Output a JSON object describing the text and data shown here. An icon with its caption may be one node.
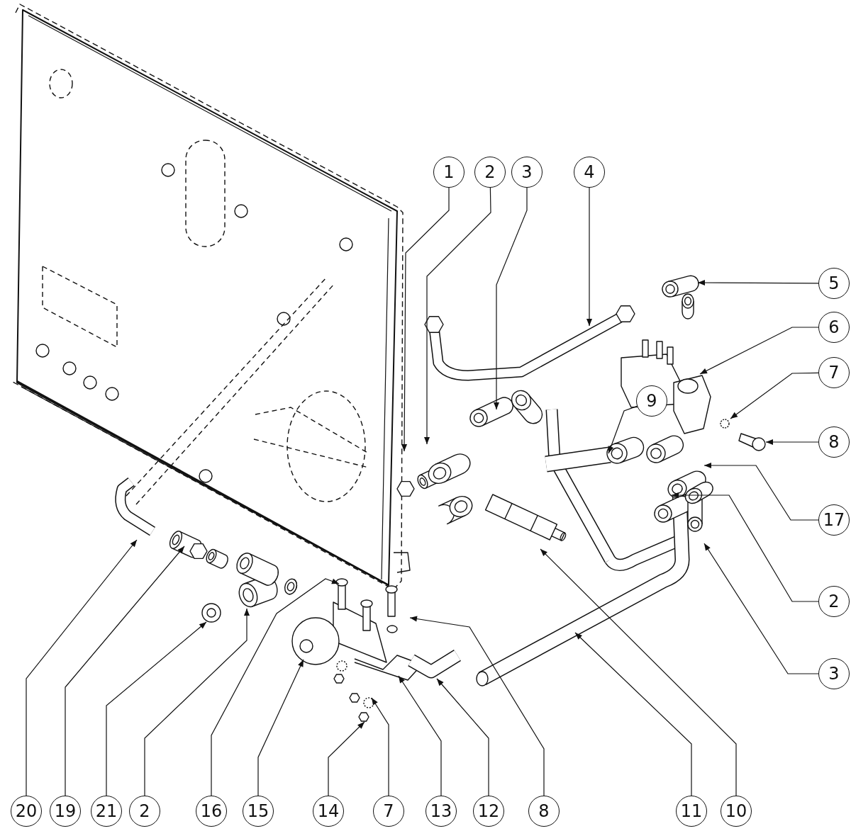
{
  "diagram": {
    "nodes": [
      {
        "text": [
          "1"
        ]
      },
      {
        "text": [
          "2"
        ]
      },
      {
        "text": [
          "3"
        ]
      },
      {
        "text": [
          "4"
        ]
      },
      {
        "text": [
          "5"
        ]
      },
      {
        "text": [
          "6"
        ]
      },
      {
        "text": [
          "7"
        ]
      },
      {
        "text": [
          "9"
        ]
      },
      {
        "text": [
          "8"
        ]
      },
      {
        "text": [
          "17"
        ]
      },
      {
        "text": [
          "2"
        ]
      },
      {
        "text": [
          "3"
        ]
      },
      {
        "text": [
          "20"
        ]
      },
      {
        "text": [
          "19"
        ]
      },
      {
        "text": [
          "21"
        ]
      },
      {
        "text": [
          "2"
        ]
      },
      {
        "text": [
          "16"
        ]
      },
      {
        "text": [
          "15"
        ]
      },
      {
        "text": [
          "14"
        ]
      },
      {
        "text": [
          "7"
        ]
      },
      {
        "text": [
          "13"
        ]
      },
      {
        "text": [
          "12"
        ]
      },
      {
        "text": [
          "8"
        ]
      },
      {
        "text": [
          "11"
        ]
      },
      {
        "text": [
          "10"
        ]
      }
    ],
    "edges": [
      {
        "from": 0,
        "to": null,
        "arrow": "to"
      },
      {
        "from": 1,
        "to": null,
        "arrow": "to"
      },
      {
        "from": 2,
        "to": null,
        "arrow": "to"
      },
      {
        "from": 3,
        "to": null,
        "arrow": "to"
      },
      {
        "from": 4,
        "to": null,
        "arrow": "to"
      },
      {
        "from": 5,
        "to": null,
        "arrow": "to"
      },
      {
        "from": 6,
        "to": null,
        "arrow": "to"
      },
      {
        "from": 7,
        "to": null,
        "arrow": "to"
      },
      {
        "from": 8,
        "to": null,
        "arrow": "to"
      },
      {
        "from": 9,
        "to": null,
        "arrow": "to"
      },
      {
        "from": 10,
        "to": null,
        "arrow": "to"
      },
      {
        "from": 11,
        "to": null,
        "arrow": "to"
      },
      {
        "from": 12,
        "to": null,
        "arrow": "to"
      },
      {
        "from": 13,
        "to": null,
        "arrow": "to"
      },
      {
        "from": 14,
        "to": null,
        "arrow": "to"
      },
      {
        "from": 15,
        "to": null,
        "arrow": "to"
      },
      {
        "from": 16,
        "to": null,
        "arrow": "to"
      },
      {
        "from": 17,
        "to": null,
        "arrow": "to"
      },
      {
        "from": 18,
        "to": null,
        "arrow": "to"
      },
      {
        "from": 19,
        "to": null,
        "arrow": "to"
      },
      {
        "from": 20,
        "to": null,
        "arrow": "to"
      },
      {
        "from": 21,
        "to": null,
        "arrow": "to"
      },
      {
        "from": 22,
        "to": null,
        "arrow": "to"
      },
      {
        "from": 23,
        "to": null,
        "arrow": "to"
      },
      {
        "from": 24,
        "to": null,
        "arrow": "to"
      }
    ]
  }
}
